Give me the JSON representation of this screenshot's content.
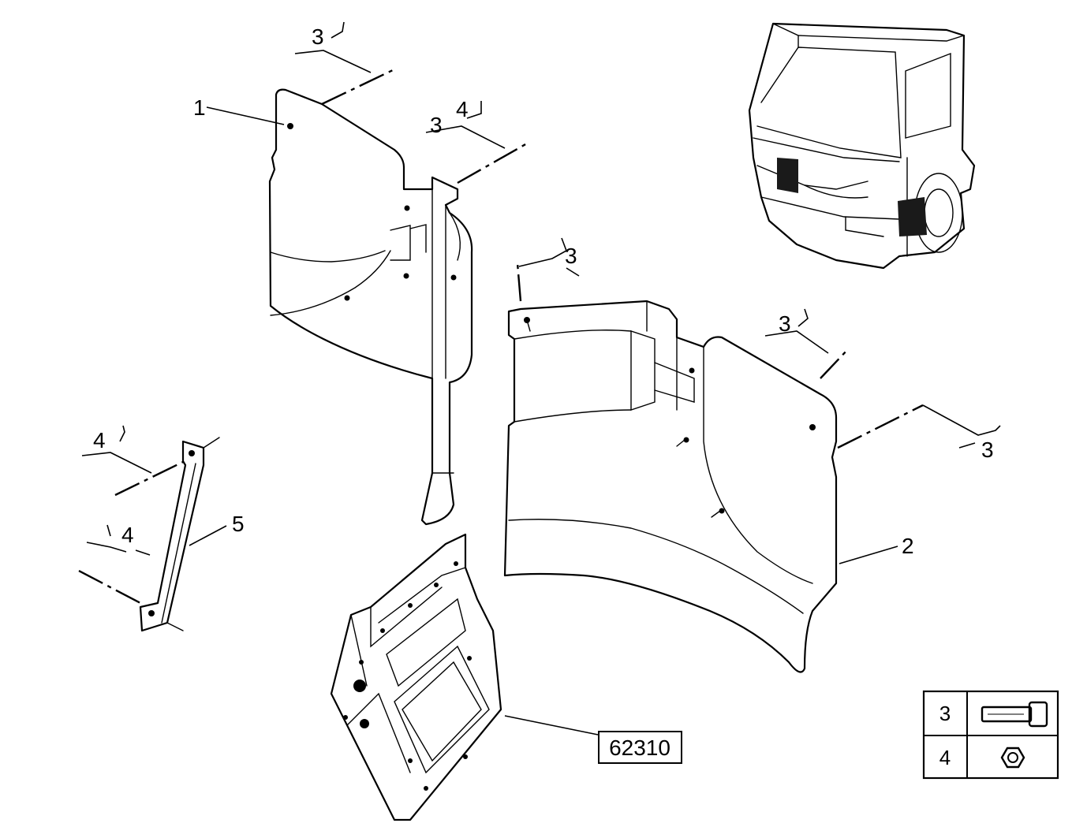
{
  "callouts": {
    "c1": "1",
    "c2": "2",
    "c5": "5",
    "c3a": "3",
    "c3b": "3",
    "c4b": "4",
    "c3c": "3",
    "c3d": "3",
    "c3e": "3",
    "c4d": "4",
    "c4e": "4"
  },
  "reference_box": "62310",
  "legend": {
    "rows": [
      {
        "label": "3",
        "icon": "bolt-icon"
      },
      {
        "label": "4",
        "icon": "nut-icon"
      }
    ]
  }
}
